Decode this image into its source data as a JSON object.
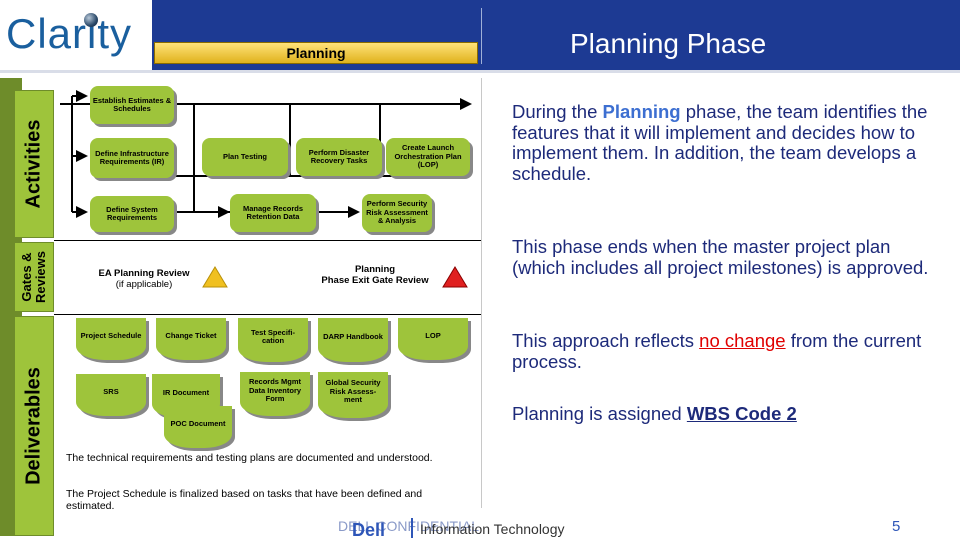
{
  "header": {
    "logo": "Clarity",
    "tab_label": "Planning",
    "title": "Planning Phase"
  },
  "diagram": {
    "bands": {
      "activities": "Activities",
      "gates": "Gates & Reviews",
      "deliverables": "Deliverables"
    },
    "activities": [
      "Establish Estimates & Schedules",
      "Define Infrastructure Requirements (IR)",
      "Define System Requirements",
      "Plan Testing",
      "Perform Disaster Recovery Tasks",
      "Create Launch Orchestration Plan (LOP)",
      "Manage Records Retention Data",
      "Perform Security Risk Assessment & Analysis"
    ],
    "gates": {
      "ea_review": "EA Planning Review",
      "ea_review_note": "(if applicable)",
      "exit_gate_line1": "Planning",
      "exit_gate_line2": "Phase Exit Gate Review",
      "ea_triangle_color": "#f0c020",
      "exit_triangle_color": "#e02020"
    },
    "deliverables": [
      "Project Schedule",
      "Change Ticket",
      "Test Specifi-cation",
      "DARP Handbook",
      "LOP",
      "SRS",
      "IR Document",
      "Records Mgmt Data Inventory Form",
      "Global Security Risk Assess-ment",
      "POC Document"
    ],
    "notes": [
      "The technical requirements and testing plans are documented and understood.",
      "The Project Schedule is finalized based on tasks that have been defined and estimated."
    ]
  },
  "body": {
    "p1_pre": "During the ",
    "p1_highlight": "Planning",
    "p1_post": " phase, the team identifies the features that it will implement and decides how to implement them.  In addition, the team develops a schedule.",
    "p2": "This phase ends when the master project plan (which includes all project milestones) is approved.",
    "p3_pre": "This approach reflects ",
    "p3_highlight": "no change",
    "p3_post": " from the current process.",
    "p4_pre": "Planning is assigned ",
    "p4_highlight": "WBS Code 2"
  },
  "footer": {
    "confidential": "DELL CONFIDENTIAL",
    "brand": "Dell",
    "division": "Information Technology",
    "page_number": "5"
  }
}
